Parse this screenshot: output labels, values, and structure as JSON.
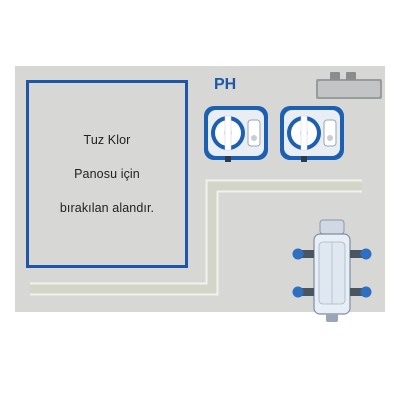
{
  "reserved_area": {
    "lines": [
      "Tuz Klor",
      "Panosu için",
      "bırakılan alandır."
    ]
  },
  "ph_label": "PH",
  "colors": {
    "panel": "#d7d8d6",
    "frame": "#1f57a6",
    "pipe_fill": "#d2d5c8",
    "pipe_edge": "#f2f2ec",
    "pump_blue": "#1d5fb0",
    "accent": "#1f57a6"
  },
  "icons": {
    "pump": "dosing-pump-icon",
    "controller": "controller-box-icon",
    "flow_cell": "flow-cell-icon"
  }
}
